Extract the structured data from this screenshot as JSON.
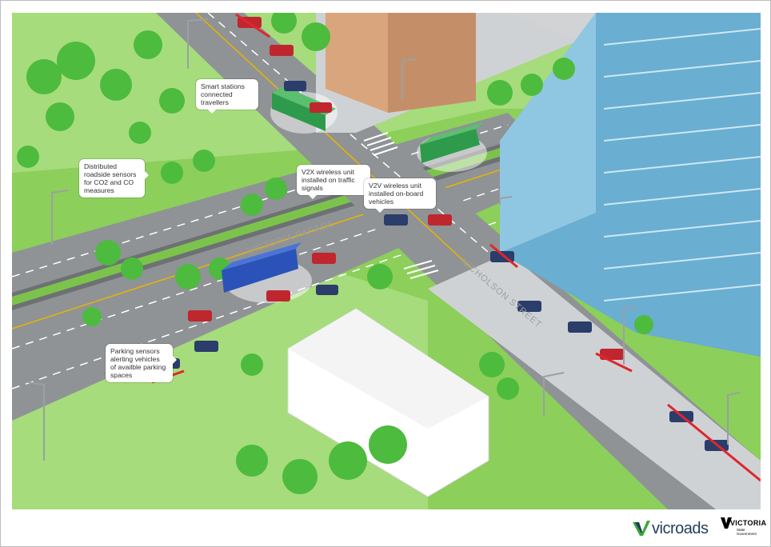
{
  "scene": {
    "callouts": {
      "smart_stations": "Smart stations\nconnected\ntravellers",
      "roadside_sensors": "Distributed\nroadside sensors\nfor CO2 and CO\nmeasures",
      "v2x": "V2X wireless unit\ninstalled on traffic\nsignals",
      "v2v": "V2V wireless unit\ninstalled on-board\nvehicles",
      "parking_sensors": "Parking sensors\nalerting vehicles\nof availble parking\nspaces"
    },
    "street_labels": {
      "victoria_parade": "VICTORIA PARADE",
      "nicholson_street": "NICHOLSON STREET"
    }
  },
  "footer": {
    "vicroads_logo_text": "vicroads",
    "victoria_logo_text": "VICTORIA",
    "victoria_logo_sub": "State\nGovernment"
  },
  "colors": {
    "grass": "#8ccf5a",
    "road": "#8f9396",
    "building_glass": "#6aaed2",
    "tram": "#2e9b4c",
    "bus": "#2b52b8",
    "vicroads_blue": "#1f3d5a",
    "vicroads_green": "#3aa935"
  }
}
